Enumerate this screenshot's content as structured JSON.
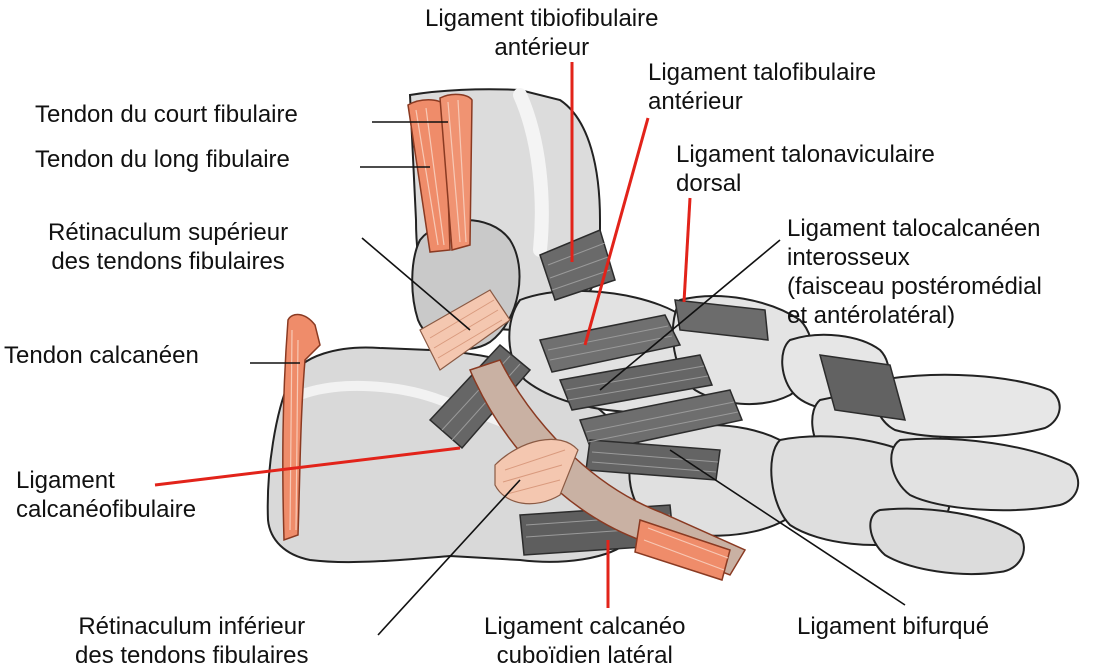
{
  "figure": {
    "labels": {
      "tibiofib_ant": [
        "Ligament tibiofibulaire",
        "antérieur"
      ],
      "talofib_ant": [
        "Ligament talofibulaire",
        "antérieur"
      ],
      "talonav_dorsal": [
        "Ligament talonaviculaire",
        "dorsal"
      ],
      "talocalc_inter": [
        "Ligament talocalcanéen",
        "interosseux",
        "(faisceau postéromédial",
        "et antérolatéral)"
      ],
      "court_fib": [
        "Tendon du court fibulaire"
      ],
      "long_fib": [
        "Tendon du long fibulaire"
      ],
      "ret_sup": [
        "Rétinaculum supérieur",
        "des tendons fibulaires"
      ],
      "tendon_calc": [
        "Tendon calcanéen"
      ],
      "calcaneofib": [
        "Ligament",
        "calcanéofibulaire"
      ],
      "ret_inf": [
        "Rétinaculum inférieur",
        "des tendons fibulaires"
      ],
      "calc_cuboid": [
        "Ligament calcanéo",
        "cuboïdien latéral"
      ],
      "bifurque": [
        "Ligament bifurqué"
      ]
    },
    "colors": {
      "bone": "#d6d6d6",
      "bone_light": "#e9e9e9",
      "bone_outline": "#222222",
      "ligament": "#6e6e6e",
      "ligament_dark": "#4a4a4a",
      "tendon": "#ef8c6a",
      "tendon_light": "#f6c2ad",
      "retinaculum": "#f4c7b0",
      "leader_red": "#e2231a",
      "leader_black": "#111111"
    }
  }
}
